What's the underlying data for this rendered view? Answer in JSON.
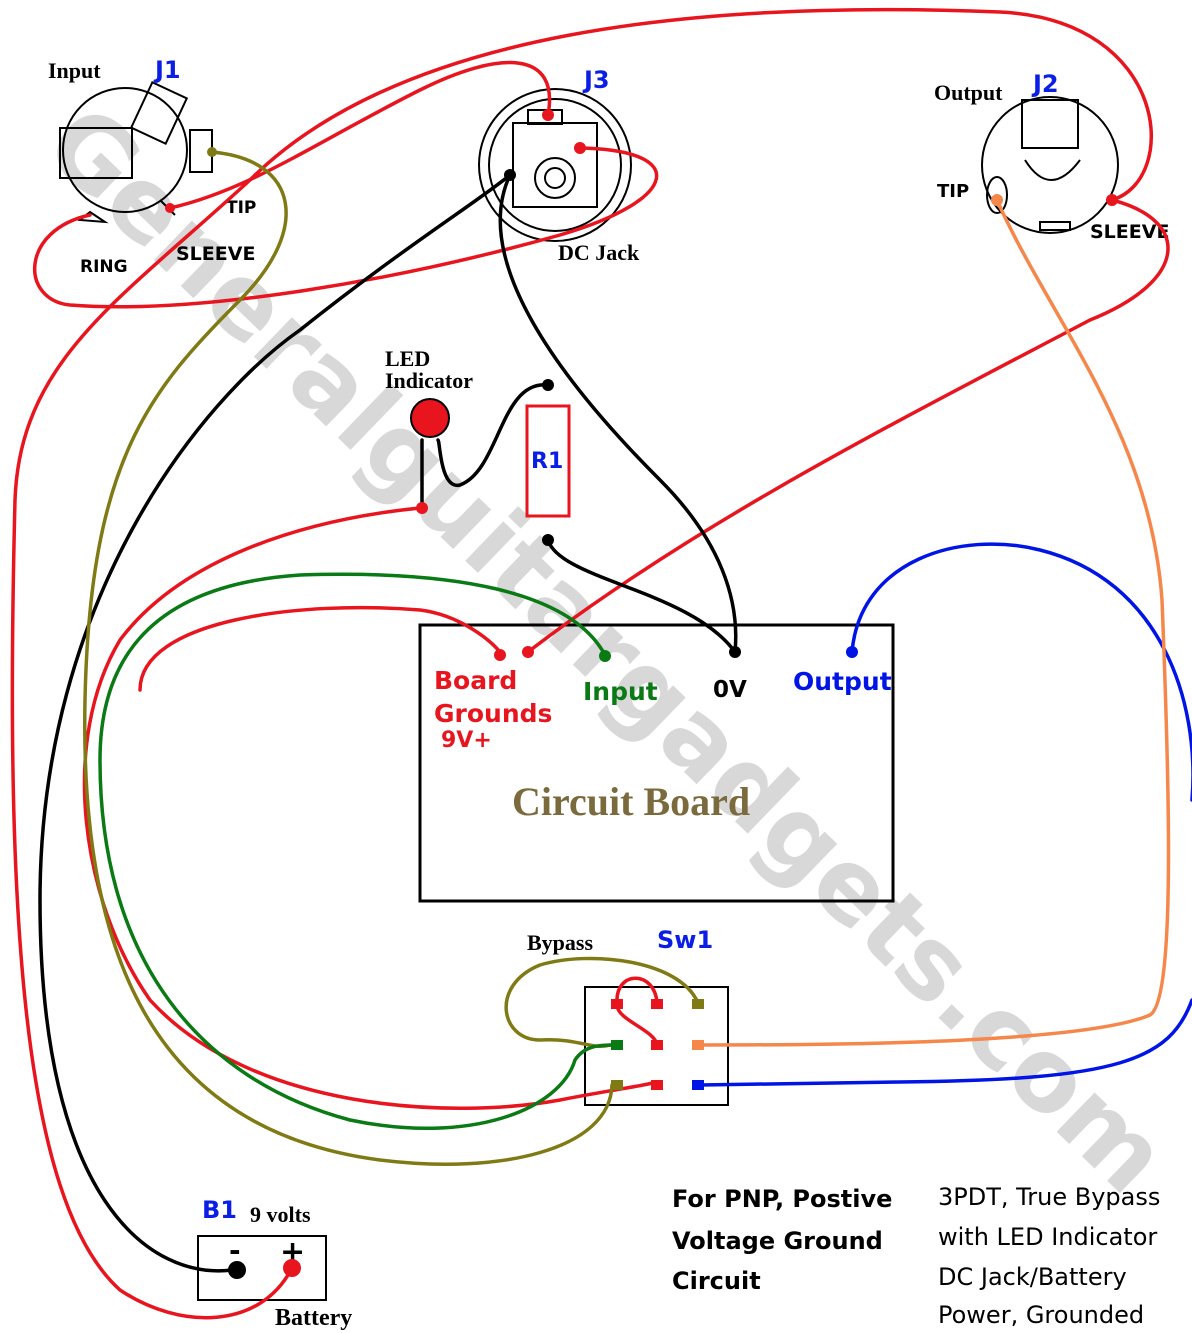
{
  "watermark": "Generalguitargadgets.com",
  "jacks": {
    "j1": {
      "ref": "J1",
      "name": "Input",
      "tip": "TIP",
      "ring": "RING",
      "sleeve": "SLEEVE"
    },
    "j2": {
      "ref": "J2",
      "name": "Output",
      "tip": "TIP",
      "sleeve": "SLEEVE"
    },
    "j3": {
      "ref": "J3",
      "name": "DC Jack"
    }
  },
  "led": {
    "line1": "LED",
    "line2": "Indicator"
  },
  "resistor": {
    "ref": "R1"
  },
  "board": {
    "title": "Circuit Board",
    "board_label": "Board",
    "grounds_label": "Grounds",
    "v9_label": "9V+",
    "input_label": "Input",
    "ov_label": "0V",
    "output_label": "Output"
  },
  "switch": {
    "ref": "Sw1",
    "label": "Bypass"
  },
  "battery": {
    "ref": "B1",
    "volts": "9 volts",
    "minus": "-",
    "plus": "+",
    "name": "Battery"
  },
  "notes": {
    "pnp": [
      "For PNP, Postive",
      "Voltage Ground",
      "Circuit"
    ],
    "desc": [
      "3PDT, True Bypass",
      "with LED Indicator",
      "DC Jack/Battery",
      "Power, Grounded"
    ]
  },
  "colors": {
    "red": "#e8141e",
    "black": "#000000",
    "olive": "#7f7a14",
    "green": "#0a7a14",
    "blue": "#0014e6",
    "orange": "#f5874a",
    "ref_blue": "#0a1ee6",
    "board_title": "#7a6a3c"
  }
}
